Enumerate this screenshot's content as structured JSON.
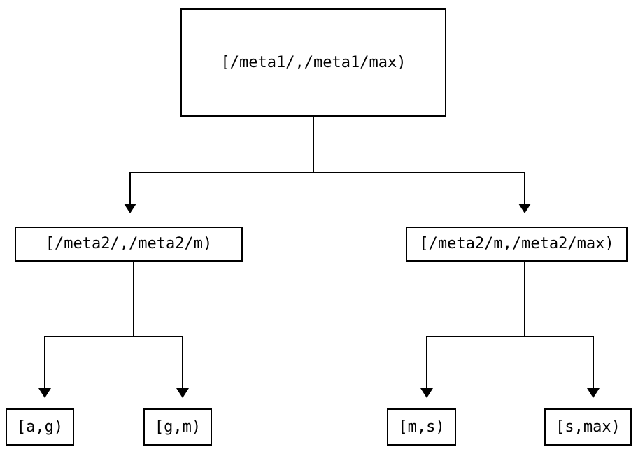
{
  "diagram": {
    "type": "tree",
    "orientation": "top-down",
    "background_color": "#ffffff",
    "line_color": "#000000",
    "text_color": "#000000",
    "nodes": {
      "root": {
        "label": "[/meta1/,/meta1/max)",
        "level": 0
      },
      "mid_left": {
        "label": "[/meta2/,/meta2/m)",
        "level": 1
      },
      "mid_right": {
        "label": "[/meta2/m,/meta2/max)",
        "level": 1
      },
      "leaf_1": {
        "label": "[a,g)",
        "level": 2
      },
      "leaf_2": {
        "label": "[g,m)",
        "level": 2
      },
      "leaf_3": {
        "label": "[m,s)",
        "level": 2
      },
      "leaf_4": {
        "label": "[s,max)",
        "level": 2
      }
    },
    "edges": [
      {
        "from": "root",
        "to": "mid_left",
        "arrow": "down"
      },
      {
        "from": "root",
        "to": "mid_right",
        "arrow": "down"
      },
      {
        "from": "mid_left",
        "to": "leaf_1",
        "arrow": "down"
      },
      {
        "from": "mid_left",
        "to": "leaf_2",
        "arrow": "down"
      },
      {
        "from": "mid_right",
        "to": "leaf_3",
        "arrow": "down"
      },
      {
        "from": "mid_right",
        "to": "leaf_4",
        "arrow": "down"
      }
    ]
  }
}
